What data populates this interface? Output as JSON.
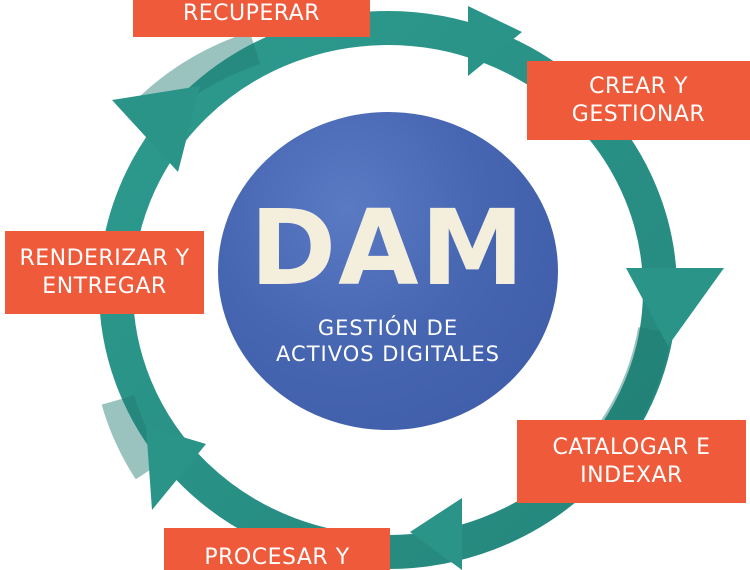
{
  "center": {
    "title": "DAM",
    "subtitle": "GESTIÓN DE\nACTIVOS DIGITALES"
  },
  "stages": [
    {
      "label": "RECUPERAR"
    },
    {
      "label": "CREAR Y\nGESTIONAR"
    },
    {
      "label": "CATALOGAR E\nINDEXAR"
    },
    {
      "label": "PROCESAR Y"
    },
    {
      "label": "RENDERIZAR Y\nENTREGAR"
    }
  ],
  "colors": {
    "ring": "#2a9489",
    "ring_dark": "#207a72",
    "hub": "#4766b2",
    "stage_box": "#ef5a3a",
    "title": "#f4efdc"
  }
}
